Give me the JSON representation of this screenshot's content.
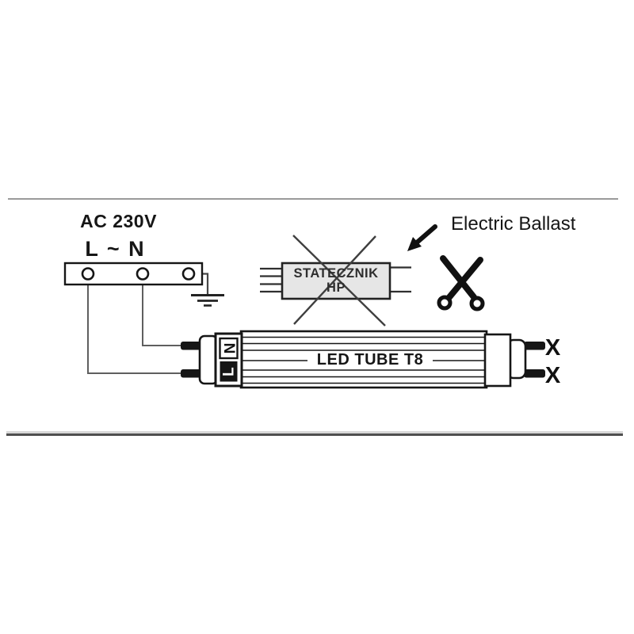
{
  "diagram": {
    "title_hint": "LED tube T8 direct wiring, ballast removed",
    "supply": {
      "voltage_label": "AC 230V",
      "terminals_label": "L ~ N"
    },
    "ballast": {
      "line1": "STATECZNIK",
      "line2": "HP",
      "annotation": "Electric Ballast"
    },
    "tube": {
      "label": "LED TUBE T8",
      "pin_top": "N",
      "pin_bottom": "L",
      "cut_mark_top": "X",
      "cut_mark_bottom": "X"
    },
    "colors": {
      "background": "#ffffff",
      "ink": "#161616",
      "supply_wire": "#5f5f5f",
      "ballast_wire": "#2f2f2f",
      "ballast_fill": "#e6e6e6",
      "ballast_text": "#2e2e2e",
      "cross_out": "#3f3f3f",
      "frame_top_line": "#9a9a9a",
      "frame_bottom_line": "#4f4f4f"
    }
  }
}
